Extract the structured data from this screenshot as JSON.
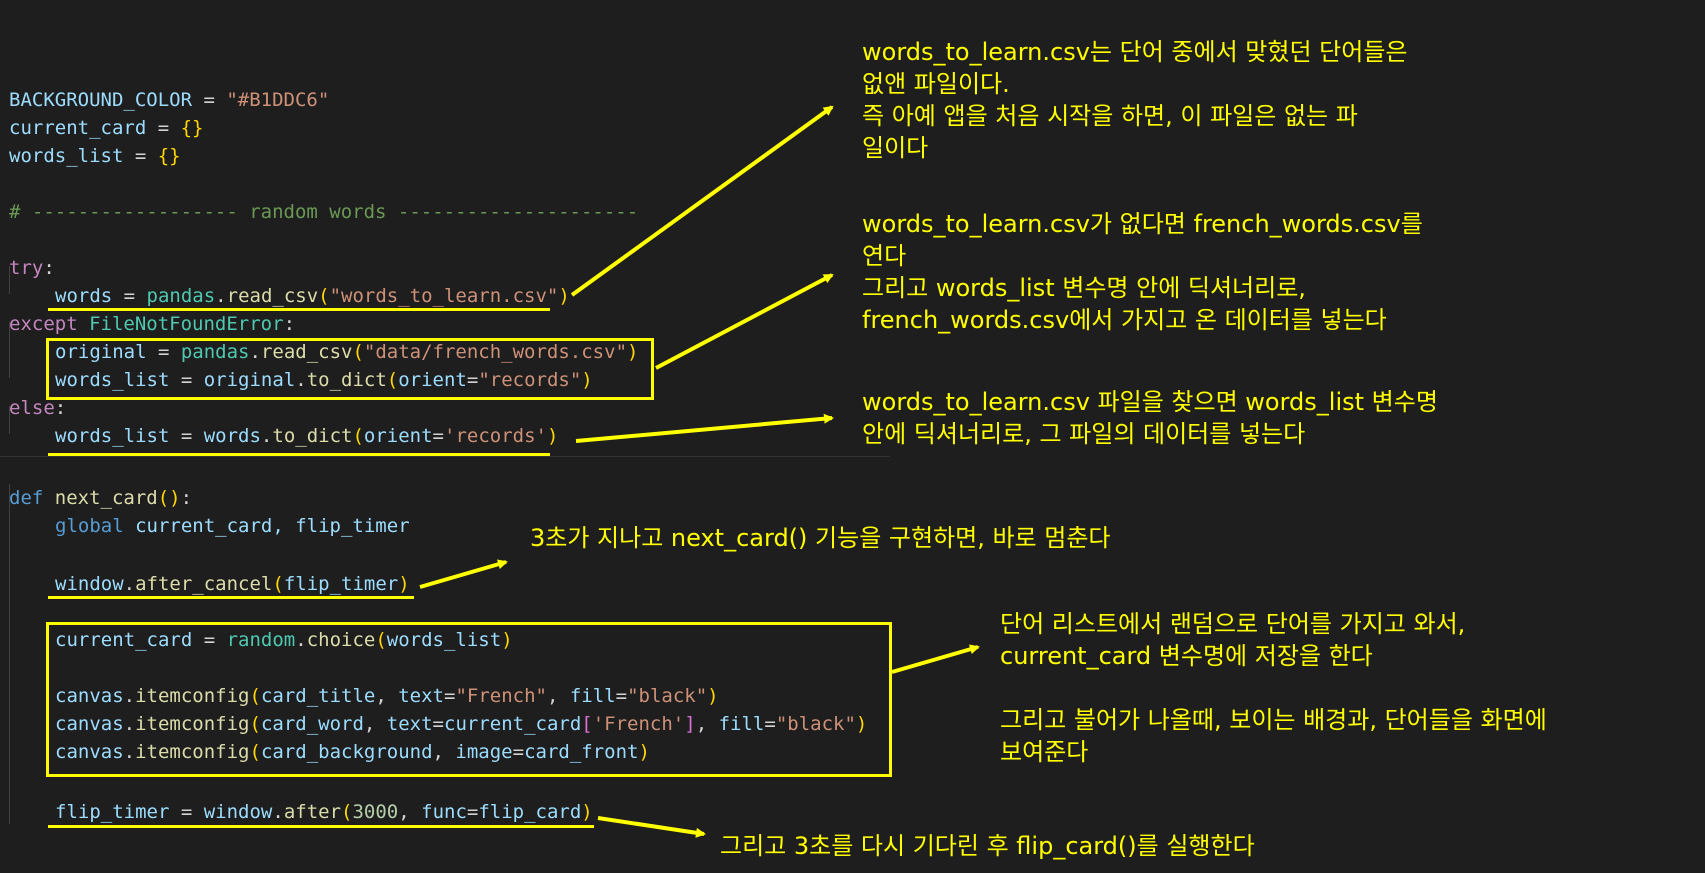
{
  "code": {
    "l1": {
      "name": "BACKGROUND_COLOR",
      "op": " = ",
      "value": "\"#B1DDC6\""
    },
    "l2": {
      "name": "current_card",
      "op": " = ",
      "value": "{}"
    },
    "l3": {
      "name": "words_list",
      "op": " = ",
      "value": "{}"
    },
    "l4": {
      "comment": "# ------------------ random words ---------------------"
    },
    "l5": {
      "kw": "try",
      "punct": ":"
    },
    "l6": {
      "var": "words",
      "op": " = ",
      "mod": "pandas",
      "dot": ".",
      "fn": "read_csv",
      "open": "(",
      "arg": "\"words_to_learn.csv\"",
      "close": ")"
    },
    "l7": {
      "kw": "except",
      "sp": " ",
      "cls": "FileNotFoundError",
      "punct": ":"
    },
    "l8": {
      "var": "original",
      "op": " = ",
      "mod": "pandas",
      "dot": ".",
      "fn": "read_csv",
      "open": "(",
      "arg": "\"data/french_words.csv\"",
      "close": ")"
    },
    "l9": {
      "var": "words_list",
      "op": " = ",
      "obj": "original",
      "dot": ".",
      "fn": "to_dict",
      "open": "(",
      "kwarg": "orient",
      "eq": "=",
      "arg": "\"records\"",
      "close": ")"
    },
    "l10": {
      "kw": "else",
      "punct": ":"
    },
    "l11": {
      "var": "words_list",
      "op": " = ",
      "obj": "words",
      "dot": ".",
      "fn": "to_dict",
      "open": "(",
      "kwarg": "orient",
      "eq": "=",
      "arg": "'records'",
      "close": ")"
    },
    "l12": {
      "kw": "def",
      "sp": " ",
      "fn": "next_card",
      "parens": "()",
      "punct": ":"
    },
    "l13": {
      "kw": "global",
      "sp": " ",
      "vars": "current_card, flip_timer"
    },
    "l14": {
      "obj": "window",
      "dot": ".",
      "fn": "after_cancel",
      "open": "(",
      "arg": "flip_timer",
      "close": ")"
    },
    "l15": {
      "var": "current_card",
      "op": " = ",
      "mod": "random",
      "dot": ".",
      "fn": "choice",
      "open": "(",
      "arg": "words_list",
      "close": ")"
    },
    "l16": {
      "obj": "canvas",
      "dot": ".",
      "fn": "itemconfig",
      "open": "(",
      "a1": "card_title",
      "c1": ", ",
      "k": "text",
      "eq": "=",
      "s": "\"French\"",
      "c2": ", ",
      "k2": "fill",
      "eq2": "=",
      "s2": "\"black\"",
      "close": ")"
    },
    "l17": {
      "obj": "canvas",
      "dot": ".",
      "fn": "itemconfig",
      "open": "(",
      "a1": "card_word",
      "c1": ", ",
      "k": "text",
      "eq": "=",
      "v": "current_card",
      "b1": "[",
      "s": "'French'",
      "b2": "]",
      "c2": ", ",
      "k2": "fill",
      "eq2": "=",
      "s2": "\"black\"",
      "close": ")"
    },
    "l18": {
      "obj": "canvas",
      "dot": ".",
      "fn": "itemconfig",
      "open": "(",
      "a1": "card_background",
      "c1": ", ",
      "k": "image",
      "eq": "=",
      "v": "card_front",
      "close": ")"
    },
    "l19": {
      "var": "flip_timer",
      "op": " = ",
      "obj": "window",
      "dot": ".",
      "fn": "after",
      "open": "(",
      "num": "3000",
      "c1": ", ",
      "k": "func",
      "eq": "=",
      "v": "flip_card",
      "close": ")"
    }
  },
  "notes": {
    "n1": "words_to_learn.csv는 단어 중에서 맞혔던 단어들은\n없앤 파일이다.\n즉 아예 앱을 처음 시작을 하면, 이 파일은 없는 파\n일이다",
    "n2": "words_to_learn.csv가 없다면 french_words.csv를\n연다\n그리고 words_list 변수명 안에 딕셔너리로,\nfrench_words.csv에서 가지고 온 데이터를 넣는다",
    "n3": "words_to_learn.csv 파일을 찾으면 words_list 변수명\n안에 딕셔너리로, 그 파일의 데이터를 넣는다",
    "n4": "3초가 지나고 next_card() 기능을 구현하면, 바로 멈춘다",
    "n5": "단어 리스트에서 랜덤으로 단어를 가지고 와서,\ncurrent_card 변수명에 저장을 한다\n\n그리고 불어가 나올때, 보이는 배경과, 단어들을 화면에\n보여준다",
    "n6": "그리고 3초를 다시 기다린 후 flip_card()를 실행한다"
  },
  "colors": {
    "annotation": "#ffff00",
    "background": "#1e1e1e"
  }
}
